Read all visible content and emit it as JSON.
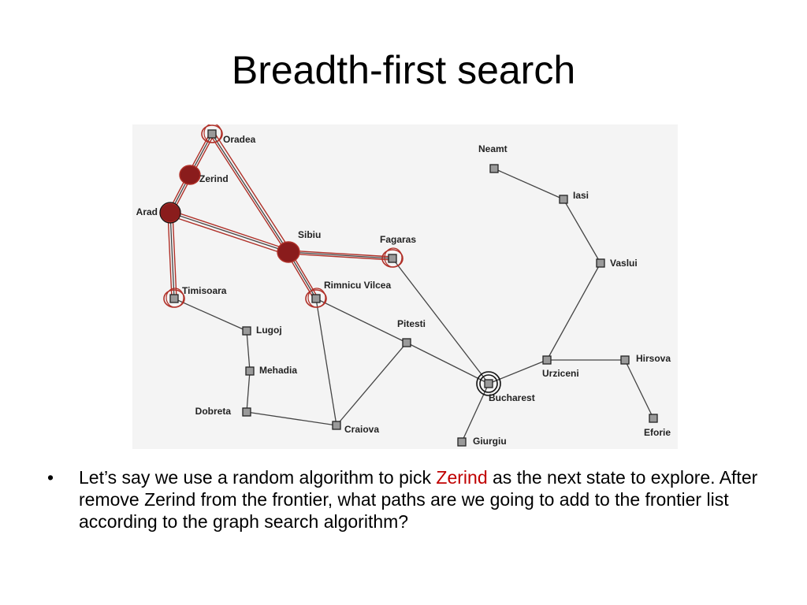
{
  "slide": {
    "title": "Breadth-first search"
  },
  "map": {
    "cities": [
      {
        "id": "oradea",
        "label": "Oradea"
      },
      {
        "id": "zerind",
        "label": "Zerind"
      },
      {
        "id": "arad",
        "label": "Arad"
      },
      {
        "id": "sibiu",
        "label": "Sibiu"
      },
      {
        "id": "fagaras",
        "label": "Fagaras"
      },
      {
        "id": "rimnicu",
        "label": "Rimnicu Vilcea"
      },
      {
        "id": "timisoara",
        "label": "Timisoara"
      },
      {
        "id": "lugoj",
        "label": "Lugoj"
      },
      {
        "id": "mehadia",
        "label": "Mehadia"
      },
      {
        "id": "dobreta",
        "label": "Dobreta"
      },
      {
        "id": "craiova",
        "label": "Craiova"
      },
      {
        "id": "pitesti",
        "label": "Pitesti"
      },
      {
        "id": "bucharest",
        "label": "Bucharest"
      },
      {
        "id": "giurgiu",
        "label": "Giurgiu"
      },
      {
        "id": "urziceni",
        "label": "Urziceni"
      },
      {
        "id": "hirsova",
        "label": "Hirsova"
      },
      {
        "id": "eforie",
        "label": "Eforie"
      },
      {
        "id": "vaslui",
        "label": "Vaslui"
      },
      {
        "id": "iasi",
        "label": "Iasi"
      },
      {
        "id": "neamt",
        "label": "Neamt"
      }
    ],
    "roads": [
      [
        "oradea",
        "zerind"
      ],
      [
        "zerind",
        "arad"
      ],
      [
        "oradea",
        "sibiu"
      ],
      [
        "arad",
        "sibiu"
      ],
      [
        "arad",
        "timisoara"
      ],
      [
        "timisoara",
        "lugoj"
      ],
      [
        "lugoj",
        "mehadia"
      ],
      [
        "mehadia",
        "dobreta"
      ],
      [
        "dobreta",
        "craiova"
      ],
      [
        "sibiu",
        "fagaras"
      ],
      [
        "sibiu",
        "rimnicu"
      ],
      [
        "rimnicu",
        "craiova"
      ],
      [
        "rimnicu",
        "pitesti"
      ],
      [
        "craiova",
        "pitesti"
      ],
      [
        "pitesti",
        "bucharest"
      ],
      [
        "fagaras",
        "bucharest"
      ],
      [
        "bucharest",
        "giurgiu"
      ],
      [
        "bucharest",
        "urziceni"
      ],
      [
        "urziceni",
        "hirsova"
      ],
      [
        "hirsova",
        "eforie"
      ],
      [
        "urziceni",
        "vaslui"
      ],
      [
        "vaslui",
        "iasi"
      ],
      [
        "iasi",
        "neamt"
      ]
    ]
  },
  "bullet": {
    "text_before": "Let’s say we use a random algorithm to pick ",
    "highlight": "Zerind",
    "text_after": " as the next state to explore. After remove Zerind from the frontier, what paths are we going to add to the frontier list according to the graph search algorithm?"
  },
  "colors": {
    "annotation": "#b03028",
    "highlight": "#c00000",
    "node_fill": "#9a9a9a"
  }
}
